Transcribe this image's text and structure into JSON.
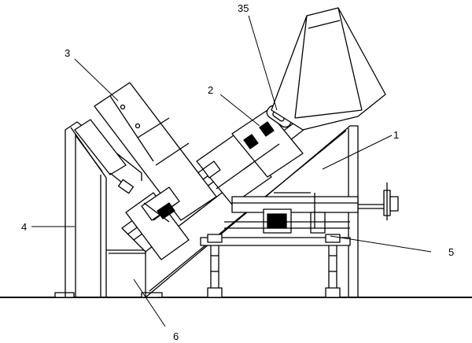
{
  "labels": {
    "l35": "35",
    "l3": "3",
    "l2": "2",
    "l1": "1",
    "l4": "4",
    "l5": "5",
    "l6": "6"
  },
  "colors": {
    "ink": "#000000",
    "paper": "#ffffff"
  }
}
